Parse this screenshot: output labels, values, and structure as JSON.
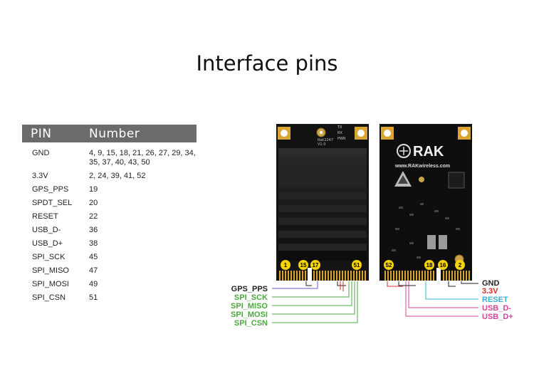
{
  "title": "Interface pins",
  "table": {
    "header_pin": "PIN",
    "header_number": "Number",
    "rows": [
      {
        "name": "GND",
        "pins": "4, 9, 15, 18, 21, 26, 27, 29, 34, 35, 37, 40, 43, 50"
      },
      {
        "name": "3.3V",
        "pins": "2, 24, 39, 41, 52"
      },
      {
        "name": "GPS_PPS",
        "pins": "19"
      },
      {
        "name": "SPDT_SEL",
        "pins": "20"
      },
      {
        "name": "RESET",
        "pins": "22"
      },
      {
        "name": "USB_D-",
        "pins": "36"
      },
      {
        "name": "USB_D+",
        "pins": "38"
      },
      {
        "name": "SPI_SCK",
        "pins": "45"
      },
      {
        "name": "SPI_MISO",
        "pins": "47"
      },
      {
        "name": "SPI_MOSI",
        "pins": "49"
      },
      {
        "name": "SPI_CSN",
        "pins": "51"
      }
    ]
  },
  "board": {
    "front_marks": {
      "chip": "Rak2247",
      "version": "V1.0",
      "leds": [
        "TX",
        "RX",
        "PWR"
      ]
    },
    "back_marks": {
      "logo": "RAK",
      "url": "www.RAKwireless.com"
    },
    "pin_markers": [
      "1",
      "15",
      "17",
      "51",
      "52",
      "18",
      "16",
      "2"
    ],
    "left_labels": [
      "GPS_PPS",
      "SPI_SCK",
      "SPI_MISO",
      "SPI_MOSI",
      "SPI_CSN"
    ],
    "right_labels": [
      "GND",
      "3.3V",
      "RESET",
      "USB_D-",
      "USB_D+"
    ],
    "colors": {
      "gps_pps": "#222222",
      "spi": "#4aaa3c",
      "gnd": "#222222",
      "v33": "#d62b2b",
      "reset": "#3ab0cc",
      "usb": "#d6449a",
      "pin_marker": "#f5d400",
      "pcb": "#111111",
      "gold": "#d9a431"
    }
  }
}
